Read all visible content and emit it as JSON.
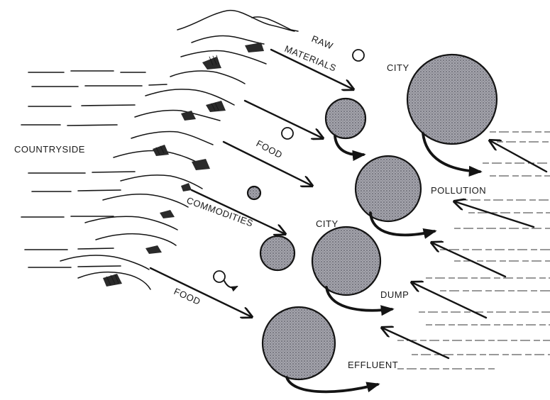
{
  "labels": {
    "countryside": "COUNTRYSIDE",
    "raw_line1": "RAW",
    "raw_line2": "MATERIALS",
    "food_top": "FOOD",
    "commodities": "COMMODITIES",
    "food_bottom": "FOOD",
    "city_top": "CITY",
    "city_mid": "CITY",
    "pollution": "POLLUTION",
    "dump": "DUMP",
    "effluent": "EFFLUENT"
  },
  "colors": {
    "ink": "#141414",
    "stipple": "#9a9aa2",
    "background": "#ffffff"
  }
}
